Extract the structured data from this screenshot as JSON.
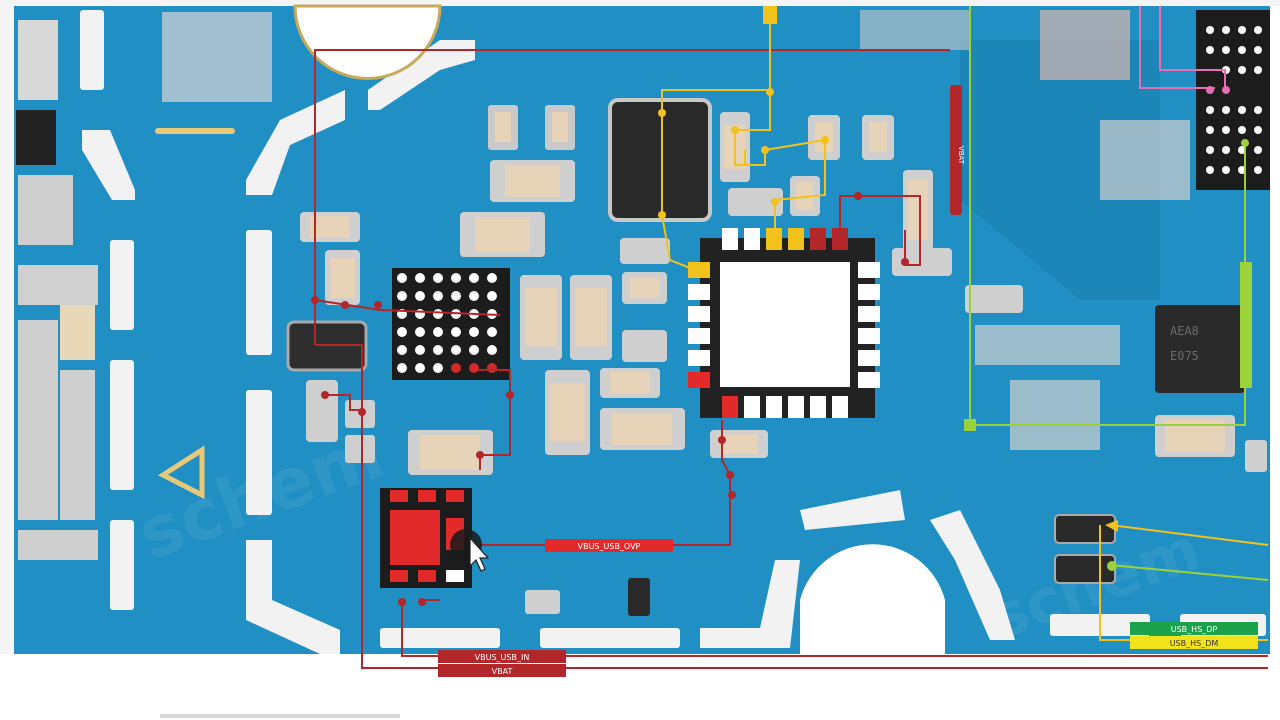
{
  "viewer": {
    "board_color": "#1f8fc4",
    "accent_colors": {
      "red_net": "#b3262a",
      "yellow_net": "#f2c21c",
      "green_net": "#9bd23a",
      "pink_net": "#e56fb5",
      "highlight_red": "#e32a2a"
    }
  },
  "nets": {
    "vbus_usb_ovp": "VBUS_USB_OVP",
    "vbus_usb_in": "VBUS_USB_IN",
    "vbat_bottom": "VBAT",
    "vbat_vertical": "VBAT",
    "usb_hs_dp": "USB_HS_DP",
    "usb_hs_dm": "USB_HS_DM"
  },
  "chip_marking": {
    "line1": "AEA8",
    "line2": "E075"
  },
  "cursor": {
    "icon": "mouse-pointer-icon"
  }
}
